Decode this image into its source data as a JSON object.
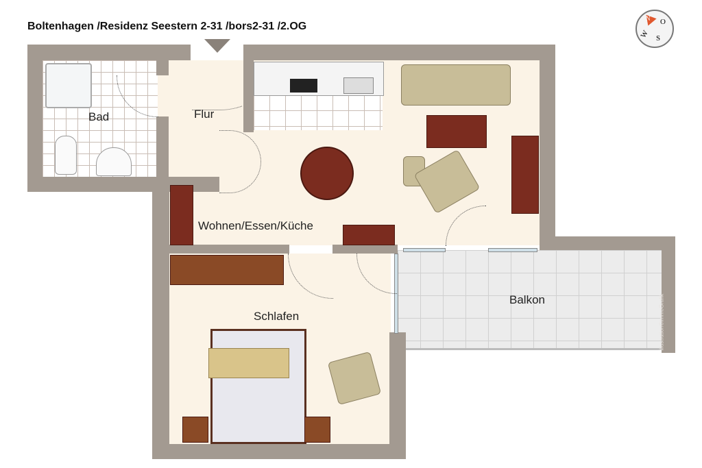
{
  "title": "Boltenhagen /Residenz Seestern 2-31 /bors2-31 /2.OG",
  "rooms": {
    "bad": "Bad",
    "flur": "Flur",
    "wohnen": "Wohnen/Essen/Küche",
    "schlafen": "Schlafen",
    "balkon": "Balkon"
  },
  "compass": {
    "n": "N",
    "o": "O",
    "s": "S",
    "w": "W"
  },
  "watermark": "illustration©immoGrafik",
  "colors": {
    "wall": "#a39a91",
    "floor": "#fbf3e6",
    "compass_north": "#e0582e"
  }
}
